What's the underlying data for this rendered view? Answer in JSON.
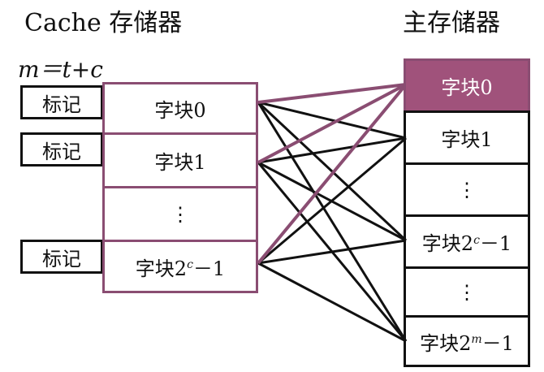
{
  "cache": {
    "title": "Cache 存储器",
    "formula": "m＝t+c",
    "tag_label": "标记",
    "blocks": [
      "字块0",
      "字块1",
      "⋮",
      "字块2"
    ],
    "last_block_sup": "c",
    "last_block_suffix": "－1"
  },
  "main": {
    "title": "主存储器",
    "blocks": [
      "字块0",
      "字块1",
      "⋮",
      "字块2",
      "⋮",
      "字块2"
    ],
    "block3_sup": "c",
    "block3_suffix": "－1",
    "last_block_sup": "m",
    "last_block_suffix": "－1"
  },
  "colors": {
    "accent": "#a0527b",
    "accent_line": "#8a4d72",
    "line": "#111111"
  }
}
